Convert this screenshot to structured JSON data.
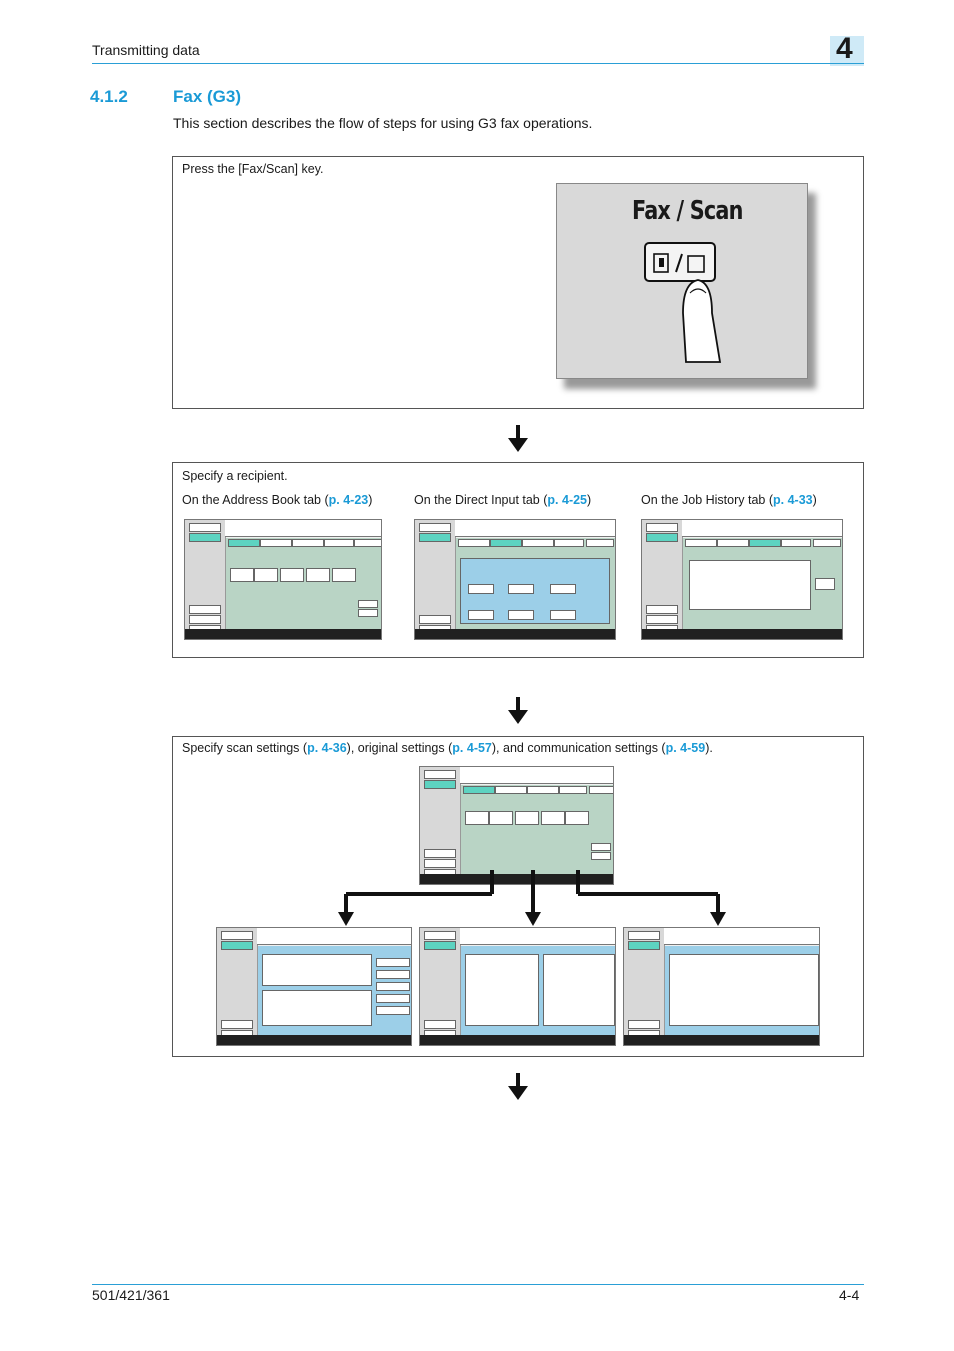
{
  "header": {
    "title": "Transmitting data",
    "chapter": "4"
  },
  "section": {
    "number": "4.1.2",
    "title": "Fax (G3)",
    "intro": "This section describes the flow of steps for using G3 fax operations."
  },
  "step1": {
    "text": "Press the [Fax/Scan] key.",
    "key_label": "Fax / Scan"
  },
  "step2": {
    "text": "Specify a recipient.",
    "sub": [
      {
        "prefix": "On the Address Book tab (",
        "link": "p. 4-23",
        "suffix": ")"
      },
      {
        "prefix": "On the Direct Input tab (",
        "link": "p. 4-25",
        "suffix": ")"
      },
      {
        "prefix": "On the Job History tab (",
        "link": "p. 4-33",
        "suffix": ")"
      }
    ]
  },
  "step3": {
    "t1": "Specify scan settings (",
    "l1": "p. 4-36",
    "t2": "), original settings (",
    "l2": "p. 4-57",
    "t3": "), and communication settings (",
    "l3": "p. 4-59",
    "t4": ")."
  },
  "footer": {
    "model": "501/421/361",
    "page": "4-4"
  },
  "colors": {
    "accent": "#1a9ad6",
    "screen_green": "#b9d4c5",
    "screen_blue": "#9ccfe8"
  }
}
